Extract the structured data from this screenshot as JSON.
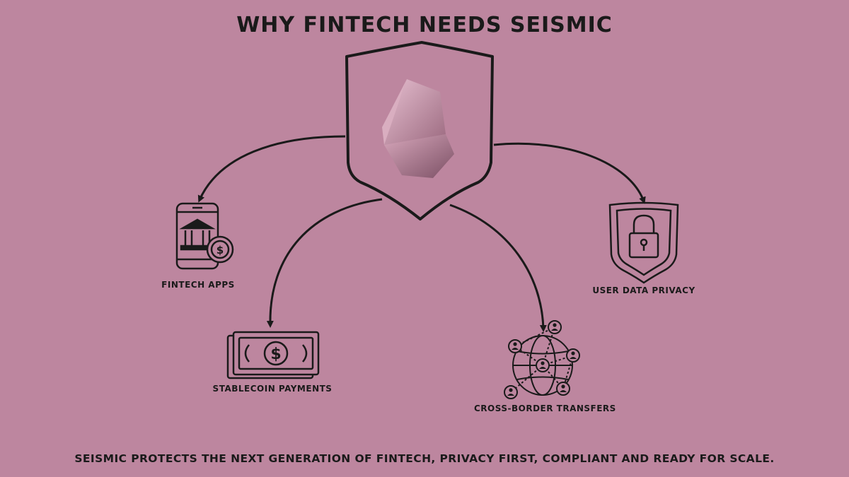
{
  "title": "WHY FINTECH NEEDS SEISMIC",
  "center": {
    "icon": "shield-crystal-icon"
  },
  "nodes": [
    {
      "id": "fintech-apps",
      "label": "FINTECH APPS",
      "icon": "mobile-bank-coin-icon"
    },
    {
      "id": "stablecoin-payments",
      "label": "STABLECOIN PAYMENTS",
      "icon": "banknote-stack-icon"
    },
    {
      "id": "cross-border-transfers",
      "label": "CROSS-BORDER TRANSFERS",
      "icon": "globe-network-users-icon"
    },
    {
      "id": "user-data-privacy",
      "label": "USER DATA PRIVACY",
      "icon": "shield-padlock-icon"
    }
  ],
  "footer": "SEISMIC PROTECTS THE NEXT GENERATION OF FINTECH, PRIVACY FIRST, COMPLIANT AND READY FOR SCALE.",
  "colors": {
    "background": "#bd869f",
    "ink": "#1a1a1a",
    "crystal": "#c98ea8"
  }
}
